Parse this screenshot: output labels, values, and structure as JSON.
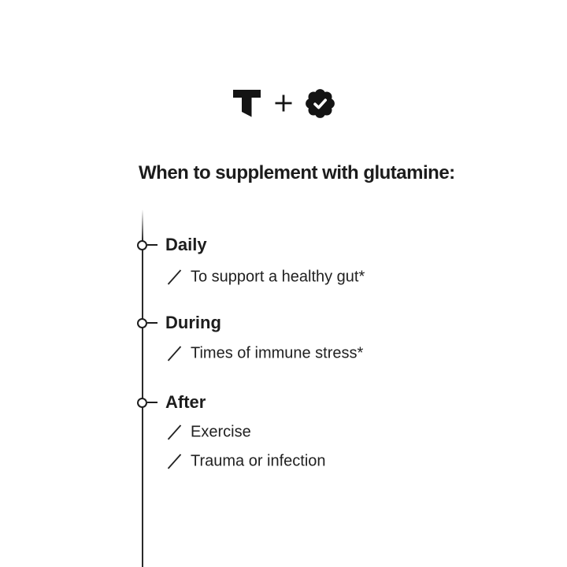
{
  "header": {
    "logo_left_glyph": "T",
    "separator_glyph": "+",
    "badge_icon": "verified-check-badge"
  },
  "heading": "When to supplement with glutamine:",
  "timeline": {
    "sections": [
      {
        "label": "Daily",
        "items": [
          "To support a healthy gut*"
        ]
      },
      {
        "label": "During",
        "items": [
          "Times of immune stress*"
        ]
      },
      {
        "label": "After",
        "items": [
          "Exercise",
          "Trauma or infection"
        ]
      }
    ]
  },
  "icons": {
    "t_logo": "t-logo",
    "plus": "plus-icon",
    "badge": "verified-badge-icon",
    "bullet": "slash-icon",
    "node": "timeline-node-circle"
  },
  "colors": {
    "background": "#ffffff",
    "text": "#1d1d1d",
    "timeline_line": "#2a2a2a"
  }
}
